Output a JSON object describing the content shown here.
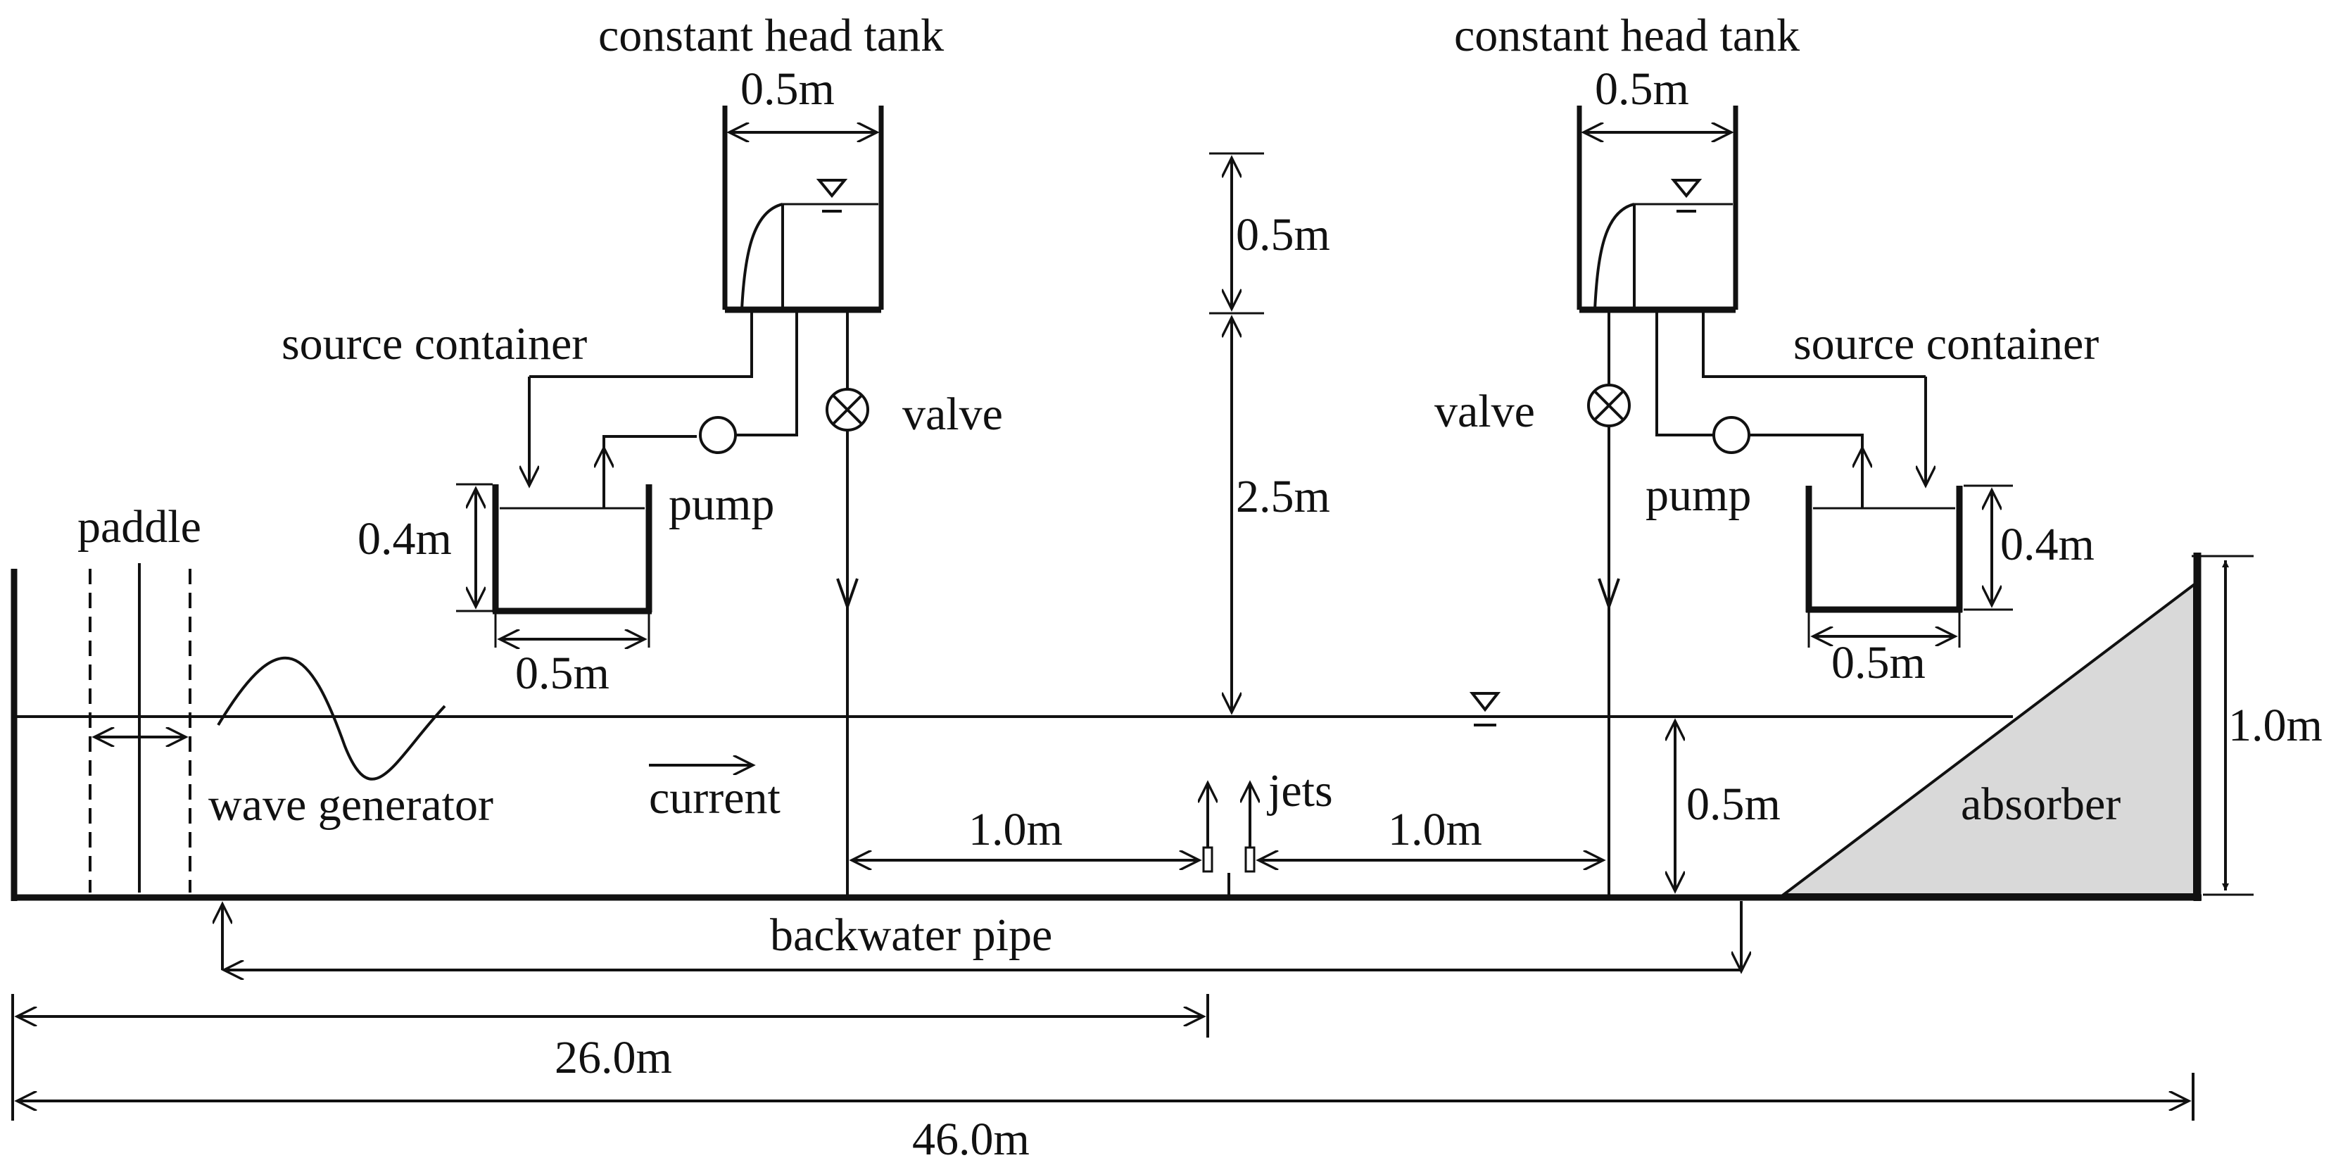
{
  "colors": {
    "line": "#111111",
    "absorber_fill": "#d9d9d9",
    "background": "#ffffff"
  },
  "labels": {
    "tank_left_title": "constant head tank",
    "tank_right_title": "constant head tank",
    "tank_left_width": "0.5m",
    "tank_right_width": "0.5m",
    "tank_height": "0.5m",
    "elevation": "2.5m",
    "source_left": "source container",
    "source_right": "source container",
    "valve_left": "valve",
    "valve_right": "valve",
    "pump_left": "pump",
    "pump_right": "pump",
    "container_left_height": "0.4m",
    "container_left_width": "0.5m",
    "container_right_height": "0.4m",
    "container_right_width": "0.5m",
    "paddle": "paddle",
    "wave_generator": "wave generator",
    "current": "current",
    "jets": "jets",
    "jet_left_distance": "1.0m",
    "jet_right_distance": "1.0m",
    "water_depth": "0.5m",
    "absorber": "absorber",
    "flume_height": "1.0m",
    "backwater_pipe": "backwater pipe",
    "jet_location": "26.0m",
    "flume_length": "46.0m"
  }
}
